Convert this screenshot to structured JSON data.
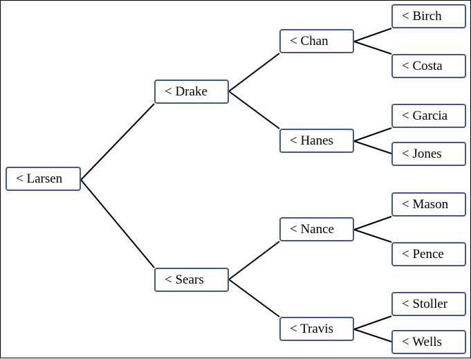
{
  "tree": {
    "root": "< Larsen",
    "level1": [
      "< Drake",
      "< Sears"
    ],
    "level2": [
      "< Chan",
      "< Hanes",
      "< Nance",
      "< Travis"
    ],
    "leaves": [
      "< Birch",
      "< Costa",
      "< Garcia",
      "< Jones",
      "< Mason",
      "< Pence",
      "< Stoller",
      "< Wells"
    ]
  },
  "colors": {
    "node_border": "#3c5a8a",
    "edge": "#000000",
    "background": "#ffffff"
  }
}
